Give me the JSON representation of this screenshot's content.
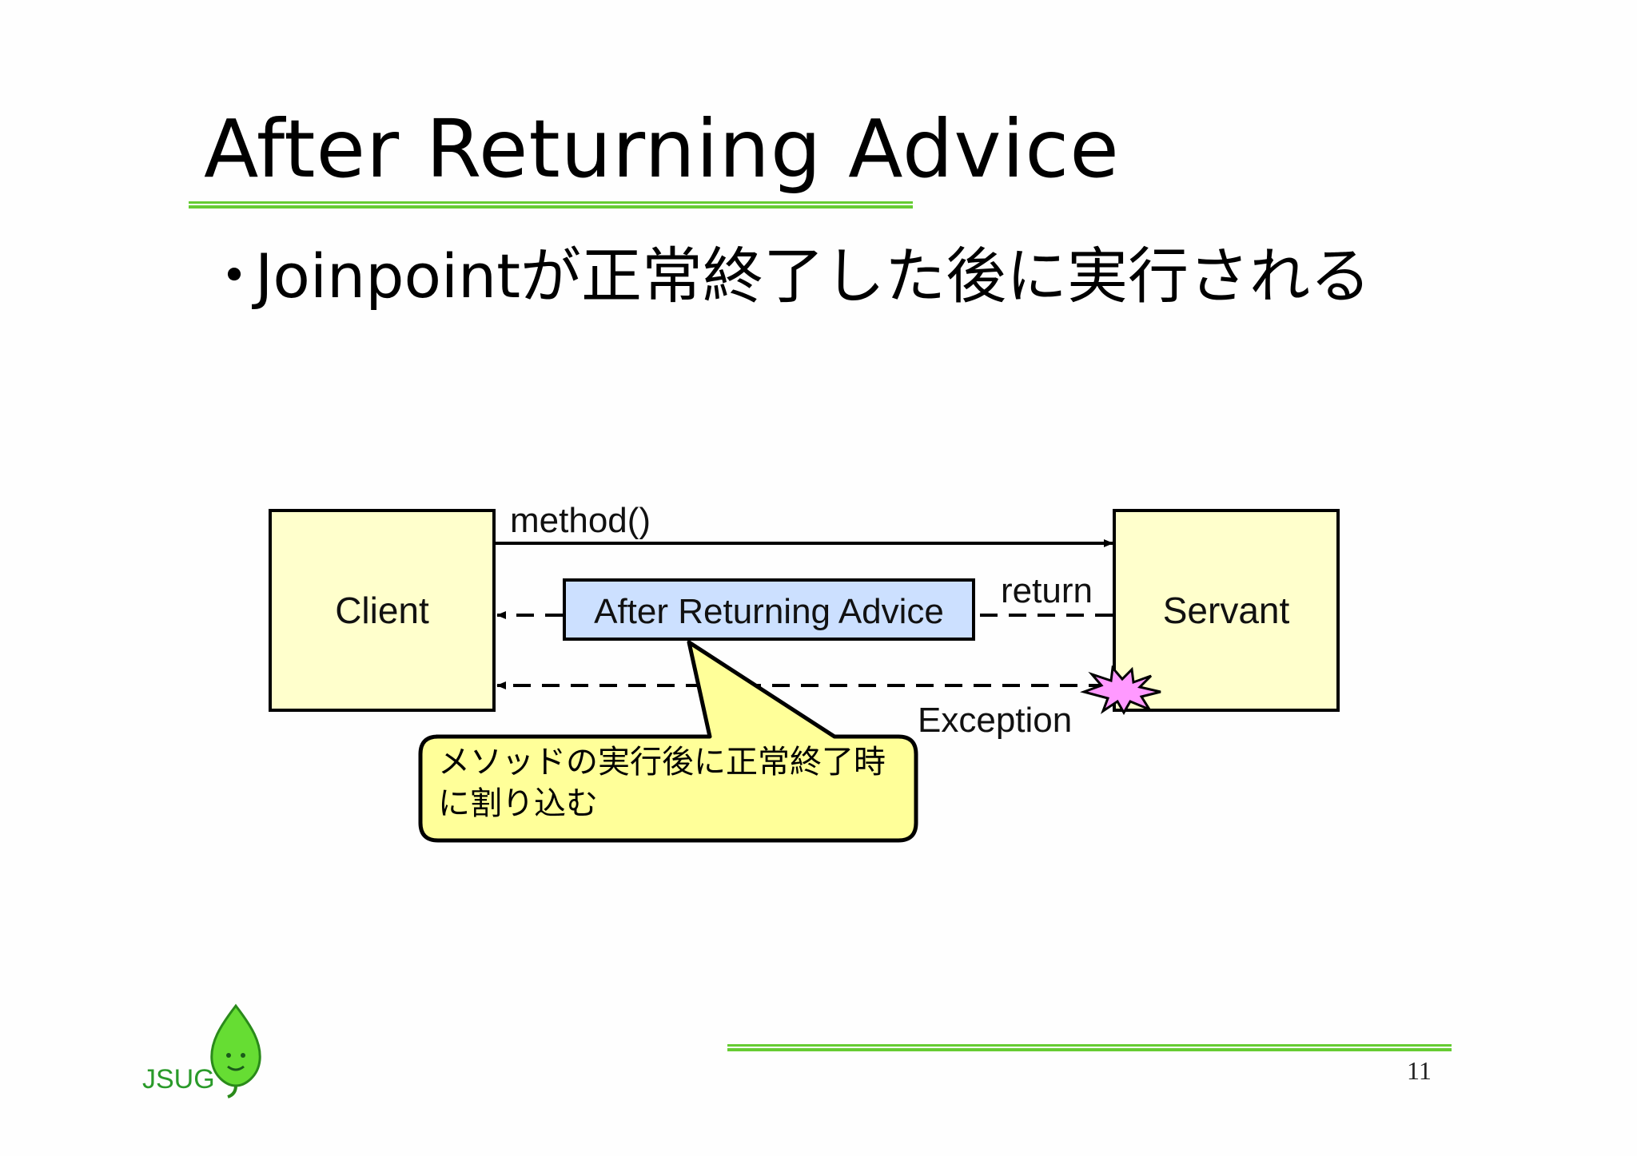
{
  "slide": {
    "title": "After Returning Advice",
    "bullet_mark": "・",
    "bullet": "Joinpointが正常終了した後に実行される",
    "page_number": "11",
    "logo_text": "JSUG"
  },
  "diagram": {
    "client_label": "Client",
    "servant_label": "Servant",
    "method_label": "method()",
    "return_label": "return",
    "exception_label": "Exception",
    "advice_label": "After Returning Advice",
    "callout_lines": [
      "メソッドの実行後に正常終了時",
      "に割り込む"
    ]
  },
  "colors": {
    "box_fill": "#ffffcc",
    "advice_fill": "#cce0ff",
    "callout_fill": "#ffff99",
    "rule_green": "#66cc33",
    "burst_fill": "#ff99ff",
    "leaf_green": "#66dd33"
  }
}
